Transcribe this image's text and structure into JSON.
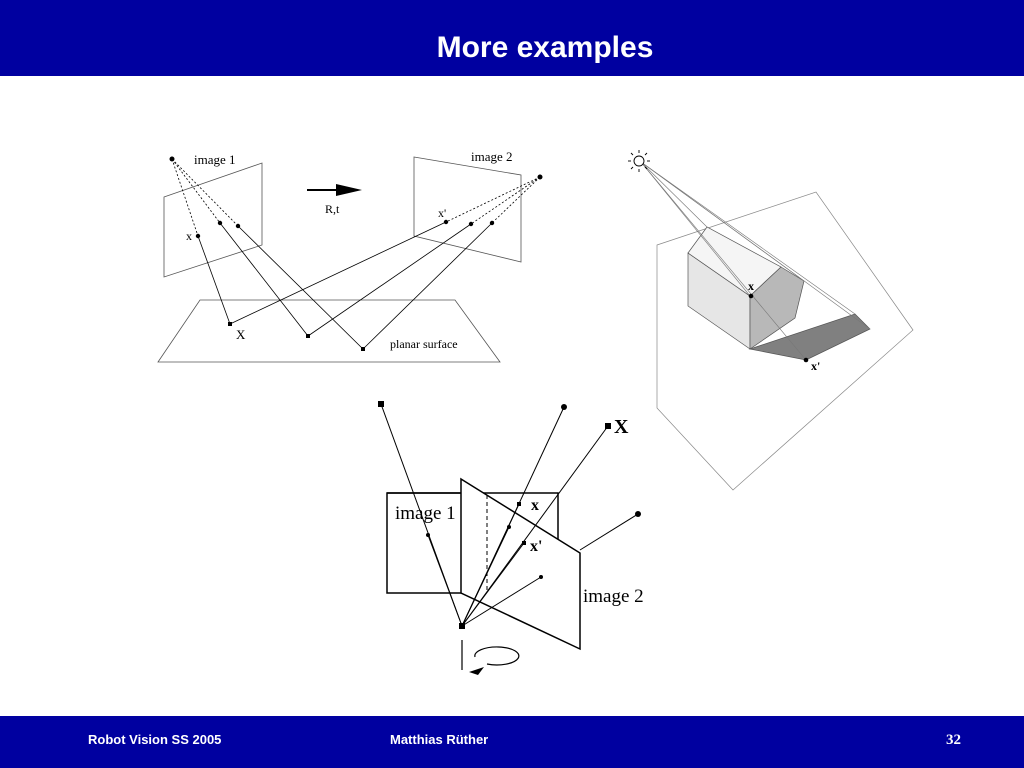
{
  "slide": {
    "title": "More examples",
    "footer_left": "Robot Vision SS 2005",
    "footer_center": "Matthias Rüther",
    "page_number": "32"
  },
  "colors": {
    "bar": "#0000a0",
    "shadow": "#808080"
  },
  "diagram1": {
    "image1_label": "image 1",
    "image2_label": "image 2",
    "motion_label": "R,t",
    "x_label": "x",
    "x_prime_label": "x'",
    "X_label": "X",
    "surface_label": "planar surface"
  },
  "diagram2": {
    "light_icon": "sun-icon",
    "x_label": "x",
    "x_prime_label": "x'"
  },
  "diagram3": {
    "image1_label": "image 1",
    "image2_label": "image 2",
    "X_label": "X",
    "x_label": "x",
    "x_prime_label": "x'",
    "rotation_icon": "rotation-arrow-icon"
  }
}
